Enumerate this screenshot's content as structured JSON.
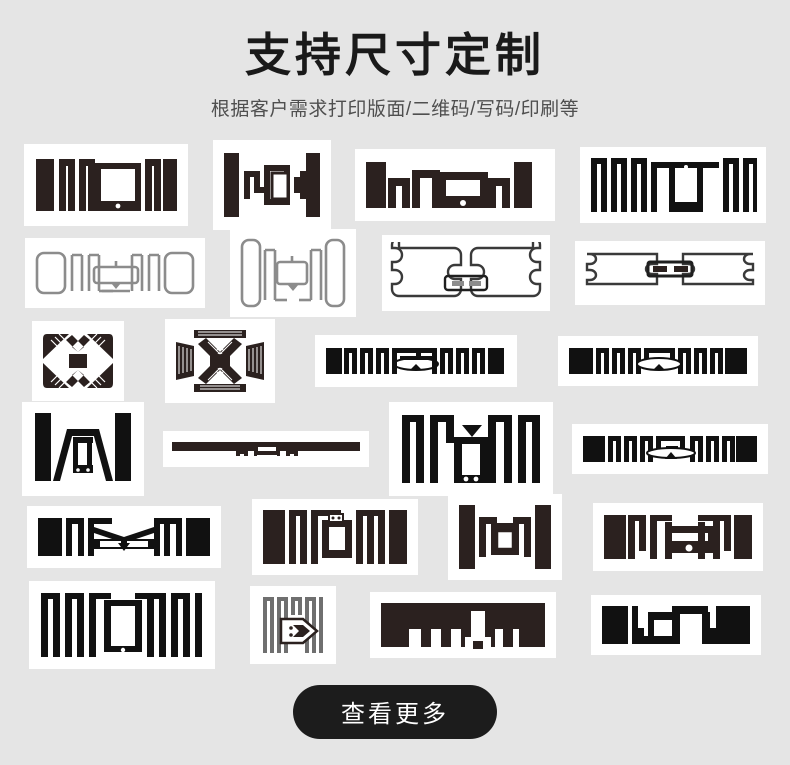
{
  "header": {
    "title": "支持尺寸定制",
    "subtitle": "根据客户需求打印版面/二维码/写码/印刷等"
  },
  "cta": {
    "label": "查看更多"
  },
  "colors": {
    "background": "#e5e5e5",
    "card": "#ffffff",
    "tag_dark": "#2b211f",
    "tag_black": "#111111",
    "tag_outline": "#8c8c8c",
    "title": "#1a1a1a",
    "subtitle": "#4f4f4f",
    "button_bg": "#1c1c1c",
    "button_text": "#ffffff"
  },
  "gallery": {
    "columns": 4,
    "rows": 6,
    "count": 24,
    "items": [
      {
        "id": 1,
        "name": "uhf-inlay-comb-square-chip",
        "style": "filled-dark",
        "w": 150,
        "h": 68
      },
      {
        "id": 2,
        "name": "uhf-inlay-narrow-bar-chip",
        "style": "filled-dark",
        "w": 104,
        "h": 76
      },
      {
        "id": 3,
        "name": "uhf-inlay-wide-loop-rect",
        "style": "filled-dark",
        "w": 186,
        "h": 58
      },
      {
        "id": 4,
        "name": "uhf-inlay-fine-comb-chip",
        "style": "filled-black",
        "w": 172,
        "h": 62
      },
      {
        "id": 5,
        "name": "uhf-inlay-outline-rounded-pads",
        "style": "outline",
        "w": 166,
        "h": 56
      },
      {
        "id": 6,
        "name": "uhf-inlay-outline-tall-pads",
        "style": "outline",
        "w": 112,
        "h": 74
      },
      {
        "id": 7,
        "name": "uhf-dogbone-wide-outline",
        "style": "outline-bold",
        "w": 154,
        "h": 62
      },
      {
        "id": 8,
        "name": "uhf-dogbone-long-outline",
        "style": "outline-bold",
        "w": 176,
        "h": 50
      },
      {
        "id": 9,
        "name": "nfc-xcross-square-tag",
        "style": "filled-dark",
        "w": 78,
        "h": 66
      },
      {
        "id": 10,
        "name": "nfc-xcross-winged-tag",
        "style": "filled-dark",
        "w": 96,
        "h": 70
      },
      {
        "id": 11,
        "name": "uhf-long-comb-dipole",
        "style": "filled-black",
        "w": 188,
        "h": 38
      },
      {
        "id": 12,
        "name": "uhf-long-comb-dipole-compact",
        "style": "filled-black",
        "w": 186,
        "h": 36
      },
      {
        "id": 13,
        "name": "uhf-inlay-tall-pads-arrow",
        "style": "filled-black",
        "w": 108,
        "h": 80
      },
      {
        "id": 14,
        "name": "uhf-strip-thin-dipole",
        "style": "filled-dark",
        "w": 192,
        "h": 22
      },
      {
        "id": 15,
        "name": "uhf-inlay-comb-bottle-chip",
        "style": "filled-black",
        "w": 150,
        "h": 80
      },
      {
        "id": 16,
        "name": "uhf-inlay-comb-oval-center",
        "style": "filled-black",
        "w": 182,
        "h": 36
      },
      {
        "id": 17,
        "name": "uhf-inlay-comb-bowtie",
        "style": "filled-black",
        "w": 180,
        "h": 48
      },
      {
        "id": 18,
        "name": "uhf-inlay-comb-square-loop",
        "style": "filled-dark",
        "w": 152,
        "h": 62
      },
      {
        "id": 19,
        "name": "uhf-inlay-short-pads-chip",
        "style": "filled-dark",
        "w": 100,
        "h": 72
      },
      {
        "id": 20,
        "name": "uhf-inlay-comb-wide-rect",
        "style": "filled-dark",
        "w": 156,
        "h": 54
      },
      {
        "id": 21,
        "name": "uhf-inlay-dense-comb-chip",
        "style": "filled-black",
        "w": 172,
        "h": 74
      },
      {
        "id": 22,
        "name": "uhf-inlay-spiral-arrow",
        "style": "outline-grey",
        "w": 72,
        "h": 64
      },
      {
        "id": 23,
        "name": "uhf-inlay-zigzag-wide",
        "style": "filled-dark",
        "w": 172,
        "h": 52
      },
      {
        "id": 24,
        "name": "uhf-inlay-block-step-loop",
        "style": "filled-black",
        "w": 156,
        "h": 46
      }
    ]
  }
}
